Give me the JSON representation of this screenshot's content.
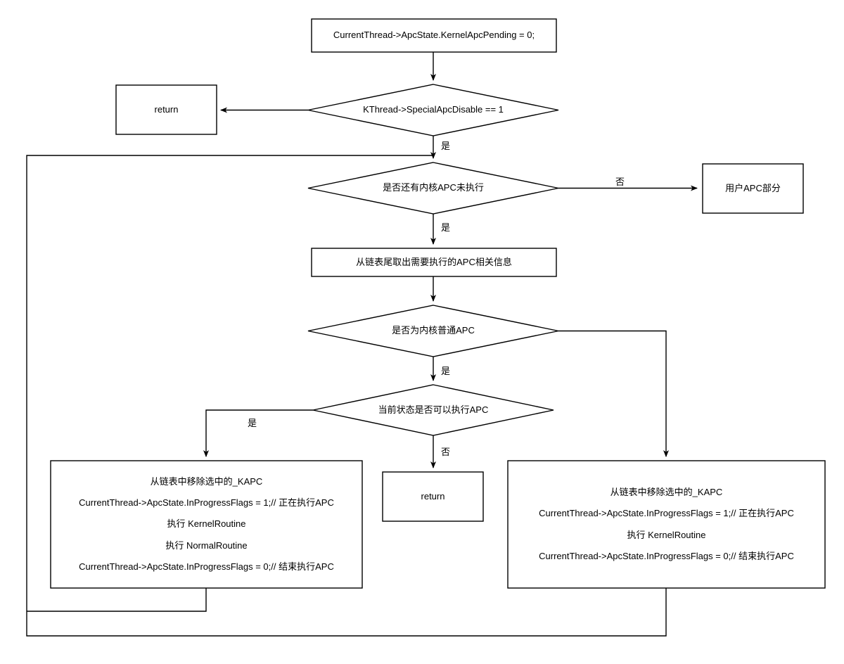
{
  "diagram": {
    "title": "KiDeliverApc kernel APC delivery flowchart",
    "stroke_color": "#000000",
    "fill_color": "#ffffff",
    "text_color": "#000000",
    "nodes": [
      {
        "id": "set-pending",
        "type": "process",
        "lines": [
          "CurrentThread->ApcState.KernelApcPending = 0;"
        ]
      },
      {
        "id": "special-apc-disable",
        "type": "decision",
        "lines": [
          "KThread->SpecialApcDisable == 1"
        ]
      },
      {
        "id": "return-top",
        "type": "process",
        "lines": [
          "return"
        ]
      },
      {
        "id": "kernel-apc-remaining",
        "type": "decision",
        "lines": [
          "是否还有内核APC未执行"
        ]
      },
      {
        "id": "user-apc-part",
        "type": "process",
        "lines": [
          "用户APC部分"
        ]
      },
      {
        "id": "take-from-list-tail",
        "type": "process",
        "lines": [
          "从链表尾取出需要执行的APC相关信息"
        ]
      },
      {
        "id": "is-normal-kernel-apc",
        "type": "decision",
        "lines": [
          "是否为内核普通APC"
        ]
      },
      {
        "id": "can-execute-apc",
        "type": "decision",
        "lines": [
          "当前状态是否可以执行APC"
        ]
      },
      {
        "id": "execute-normal-apc",
        "type": "process",
        "lines": [
          "从链表中移除选中的_KAPC",
          "CurrentThread->ApcState.InProgressFlags = 1;// 正在执行APC",
          "执行 KernelRoutine",
          "执行 NormalRoutine",
          "CurrentThread->ApcState.InProgressFlags = 0;// 结束执行APC"
        ]
      },
      {
        "id": "return-middle",
        "type": "process",
        "lines": [
          "return"
        ]
      },
      {
        "id": "execute-special-apc",
        "type": "process",
        "lines": [
          "从链表中移除选中的_KAPC",
          "CurrentThread->ApcState.InProgressFlags = 1;// 正在执行APC",
          "执行 KernelRoutine",
          "CurrentThread->ApcState.InProgressFlags = 0;// 结束执行APC"
        ]
      }
    ],
    "edge_labels": {
      "special_apc_disable_yes": "是",
      "kernel_apc_remaining_no": "否",
      "kernel_apc_remaining_yes": "是",
      "is_normal_kernel_apc_yes": "是",
      "can_execute_apc_yes": "是",
      "can_execute_apc_no": "否"
    }
  }
}
